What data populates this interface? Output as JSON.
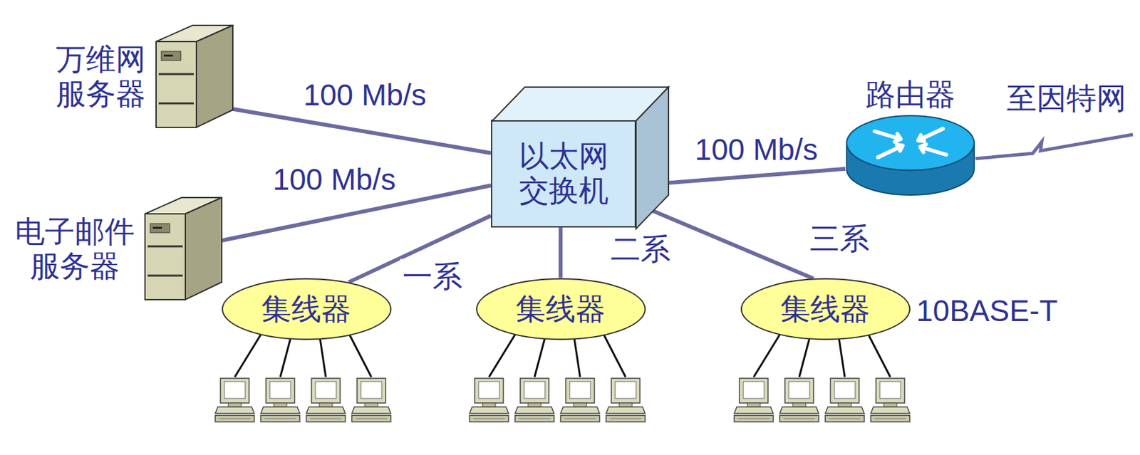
{
  "diagram": {
    "nodes": [
      {
        "text": [
          "万维网 服务器"
        ]
      },
      {
        "text": [
          "以太网 交换机"
        ]
      },
      {
        "text": [
          "路由器"
        ]
      },
      {
        "text": [
          "电子邮件 服务器"
        ]
      },
      {
        "text": [
          "集线器"
        ]
      },
      {
        "text": [
          "集线器"
        ]
      },
      {
        "text": [
          "集线器"
        ]
      }
    ],
    "edges": [
      {
        "from": 0,
        "to": 1,
        "arrow": "none",
        "label": "100 Mb/s"
      },
      {
        "from": 1,
        "to": 2,
        "arrow": "none",
        "label": "100 Mb/s"
      },
      {
        "from": 3,
        "to": 1,
        "arrow": "none",
        "label": "100 Mb/s"
      },
      {
        "from": 1,
        "to": 4,
        "arrow": "none",
        "label": "一系"
      },
      {
        "from": 1,
        "to": 5,
        "arrow": "none",
        "label": "二系"
      },
      {
        "from": 1,
        "to": 6,
        "arrow": "none",
        "label": "三系"
      }
    ],
    "labels": [
      "至因特网",
      "10BASE-T"
    ]
  }
}
